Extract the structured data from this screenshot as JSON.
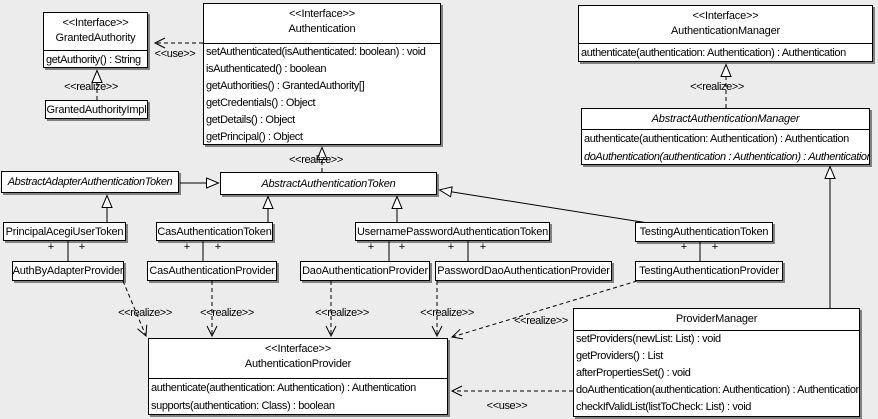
{
  "labels": {
    "interface": "<<Interface>>",
    "realize": "<<realize>>",
    "use": "<<use>>",
    "plus": "+"
  },
  "classes": {
    "granted_authority": {
      "stereotype": "<<Interface>>",
      "name": "GrantedAuthority",
      "methods": [
        "getAuthority() : String"
      ]
    },
    "granted_authority_impl": {
      "name": "GrantedAuthorityImpl"
    },
    "authentication": {
      "stereotype": "<<Interface>>",
      "name": "Authentication",
      "methods": [
        "setAuthenticated(isAuthenticated: boolean) : void",
        "isAuthenticated() : boolean",
        "getAuthorities() : GrantedAuthority[]",
        "getCredentials() : Object",
        "getDetails() : Object",
        "getPrincipal() : Object"
      ]
    },
    "authentication_manager": {
      "stereotype": "<<Interface>>",
      "name": "AuthenticationManager",
      "methods": [
        "authenticate(authentication: Authentication) : Authentication"
      ]
    },
    "abstract_authentication_manager": {
      "name": "AbstractAuthenticationManager",
      "methods": [
        "authenticate(authentication: Authentication) : Authentication",
        "doAuthentication(authentication : Authentication) : Authentication"
      ]
    },
    "abstract_adapter_authentication_token": {
      "name": "AbstractAdapterAuthenticationToken"
    },
    "abstract_authentication_token": {
      "name": "AbstractAuthenticationToken"
    },
    "principal_acegi_user_token": {
      "name": "PrincipalAcegiUserToken"
    },
    "cas_authentication_token": {
      "name": "CasAuthenticationToken"
    },
    "username_password_authentication_token": {
      "name": "UsernamePasswordAuthenticationToken"
    },
    "testing_authentication_token": {
      "name": "TestingAuthenticationToken"
    },
    "auth_by_adapter_provider": {
      "name": "AuthByAdapterProvider"
    },
    "cas_authentication_provider": {
      "name": "CasAuthenticationProvider"
    },
    "dao_authentication_provider": {
      "name": "DaoAuthenticationProvider"
    },
    "password_dao_authentication_provider": {
      "name": "PasswordDaoAuthenticationProvider"
    },
    "testing_authentication_provider": {
      "name": "TestingAuthenticationProvider"
    },
    "authentication_provider": {
      "stereotype": "<<Interface>>",
      "name": "AuthenticationProvider",
      "methods": [
        "authenticate(authentication: Authentication) : Authentication",
        "supports(authentication: Class) : boolean"
      ]
    },
    "provider_manager": {
      "name": "ProviderManager",
      "methods": [
        "setProviders(newList: List) : void",
        "getProviders() : List",
        "afterPropertiesSet() : void",
        "doAuthentication(authentication: Authentication) : Authentication",
        "checkIfValidList(listToCheck: List) : void"
      ]
    }
  }
}
